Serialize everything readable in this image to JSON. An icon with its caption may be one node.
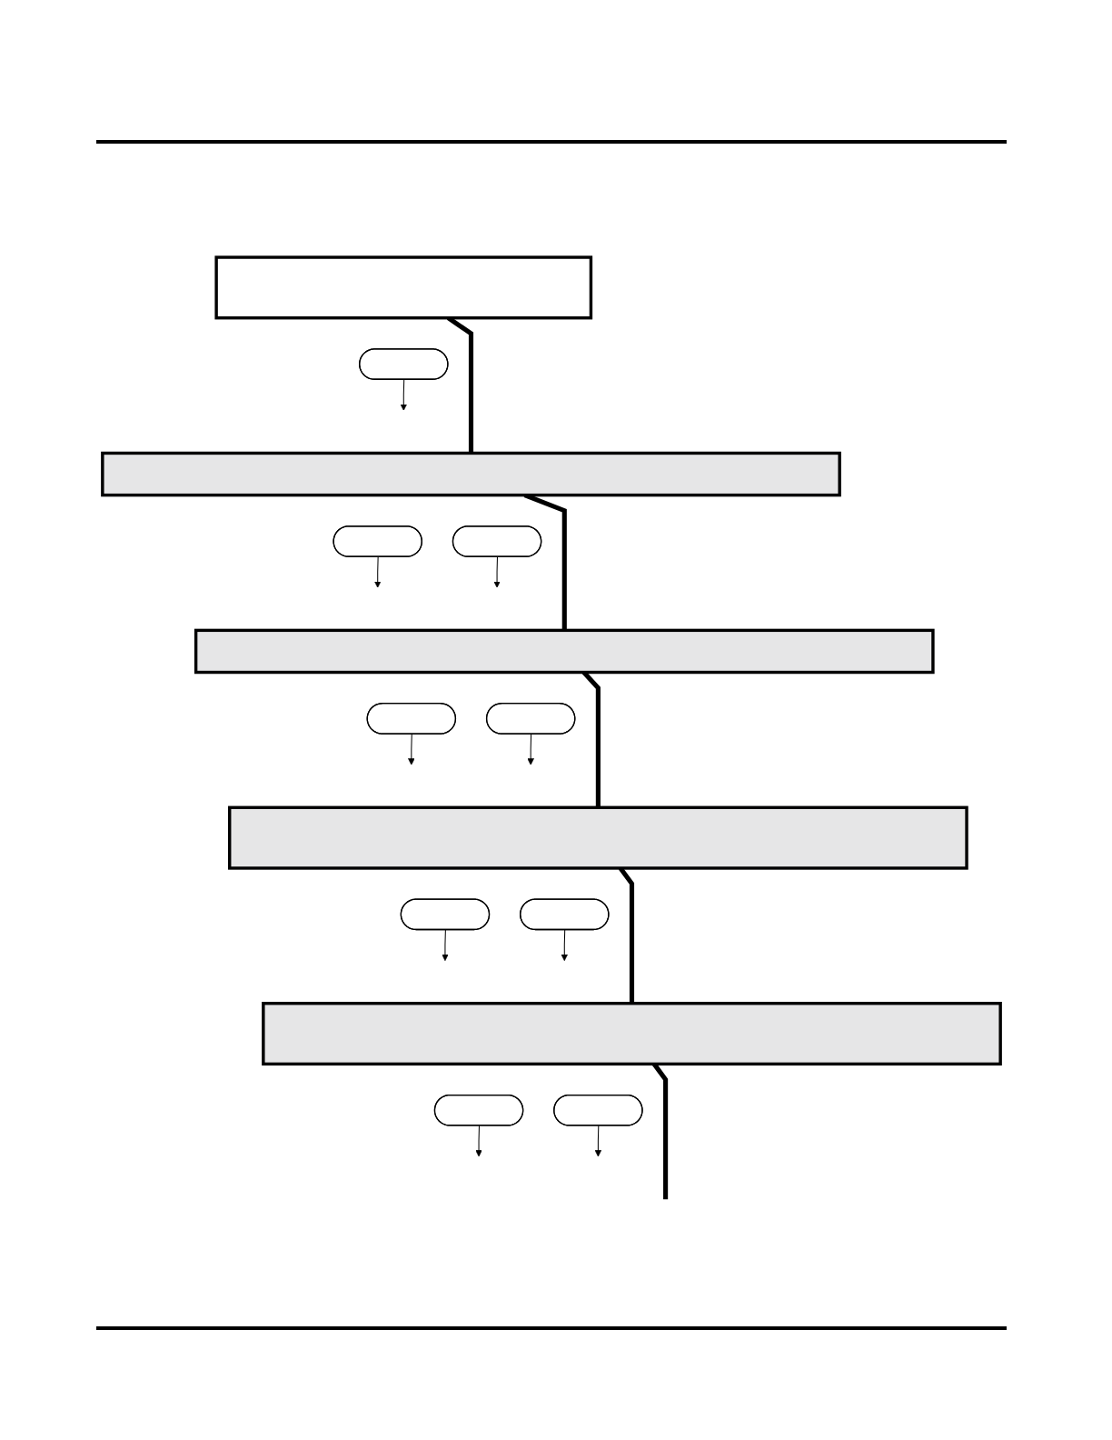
{
  "diagram": {
    "nodes": [
      {
        "text": [],
        "shape": "box"
      },
      {
        "text": [],
        "shape": "pill"
      },
      {
        "text": [],
        "shape": "bar"
      },
      {
        "text": [],
        "shape": "pill"
      },
      {
        "text": [],
        "shape": "pill"
      },
      {
        "text": [],
        "shape": "bar"
      },
      {
        "text": [],
        "shape": "pill"
      },
      {
        "text": [],
        "shape": "pill"
      },
      {
        "text": [],
        "shape": "bar"
      },
      {
        "text": [],
        "shape": "pill"
      },
      {
        "text": [],
        "shape": "pill"
      },
      {
        "text": [],
        "shape": "bar"
      },
      {
        "text": [],
        "shape": "pill"
      },
      {
        "text": [],
        "shape": "pill"
      }
    ],
    "edges": [
      {
        "from": 0,
        "to": 2,
        "arrow": "none",
        "style": "thick"
      },
      {
        "from": 1,
        "to": null,
        "arrow": "to"
      },
      {
        "from": 2,
        "to": 5,
        "arrow": "none",
        "style": "thick"
      },
      {
        "from": 3,
        "to": null,
        "arrow": "to"
      },
      {
        "from": 4,
        "to": null,
        "arrow": "to"
      },
      {
        "from": 5,
        "to": 8,
        "arrow": "none",
        "style": "thick"
      },
      {
        "from": 6,
        "to": null,
        "arrow": "to"
      },
      {
        "from": 7,
        "to": null,
        "arrow": "to"
      },
      {
        "from": 8,
        "to": 11,
        "arrow": "none",
        "style": "thick"
      },
      {
        "from": 9,
        "to": null,
        "arrow": "to"
      },
      {
        "from": 10,
        "to": null,
        "arrow": "to"
      },
      {
        "from": 11,
        "to": null,
        "arrow": "none",
        "style": "thick"
      },
      {
        "from": 12,
        "to": null,
        "arrow": "to"
      },
      {
        "from": 13,
        "to": null,
        "arrow": "to"
      }
    ]
  }
}
